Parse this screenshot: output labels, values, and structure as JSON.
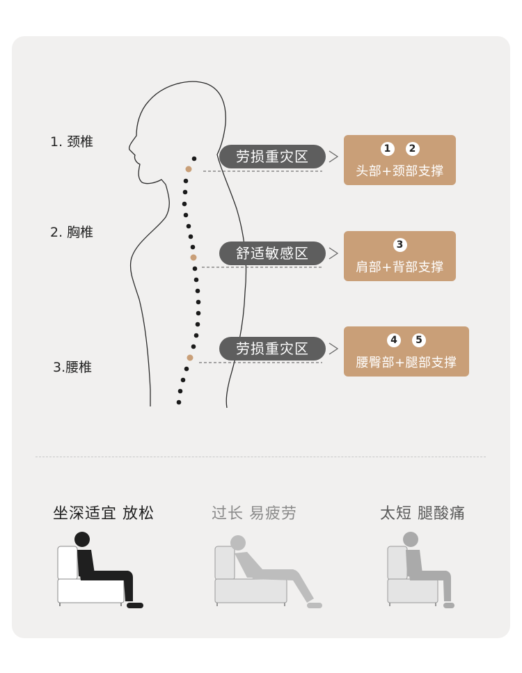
{
  "spine_labels": {
    "cervical": "1. 颈椎",
    "thoracic": "2. 胸椎",
    "lumbar": "3.腰椎"
  },
  "zones": [
    {
      "label": "劳损重灾区",
      "numbers": [
        "1",
        "2"
      ],
      "support": "头部+颈部支撑"
    },
    {
      "label": "舒适敏感区",
      "numbers": [
        "3"
      ],
      "support": "肩部+背部支撑"
    },
    {
      "label": "劳损重灾区",
      "numbers": [
        "4",
        "5"
      ],
      "support": "腰臀部+腿部支撑"
    }
  ],
  "poses": [
    {
      "title": "坐深适宜 放松",
      "color": "#1f1f1f"
    },
    {
      "title": "过长 易疲劳",
      "color": "#8a8a8a"
    },
    {
      "title": "太短 腿酸痛",
      "color": "#5a5a5a"
    }
  ],
  "colors": {
    "accent": "#c99f78",
    "pill": "#5e5e5e",
    "card": "#f1f0ef"
  }
}
